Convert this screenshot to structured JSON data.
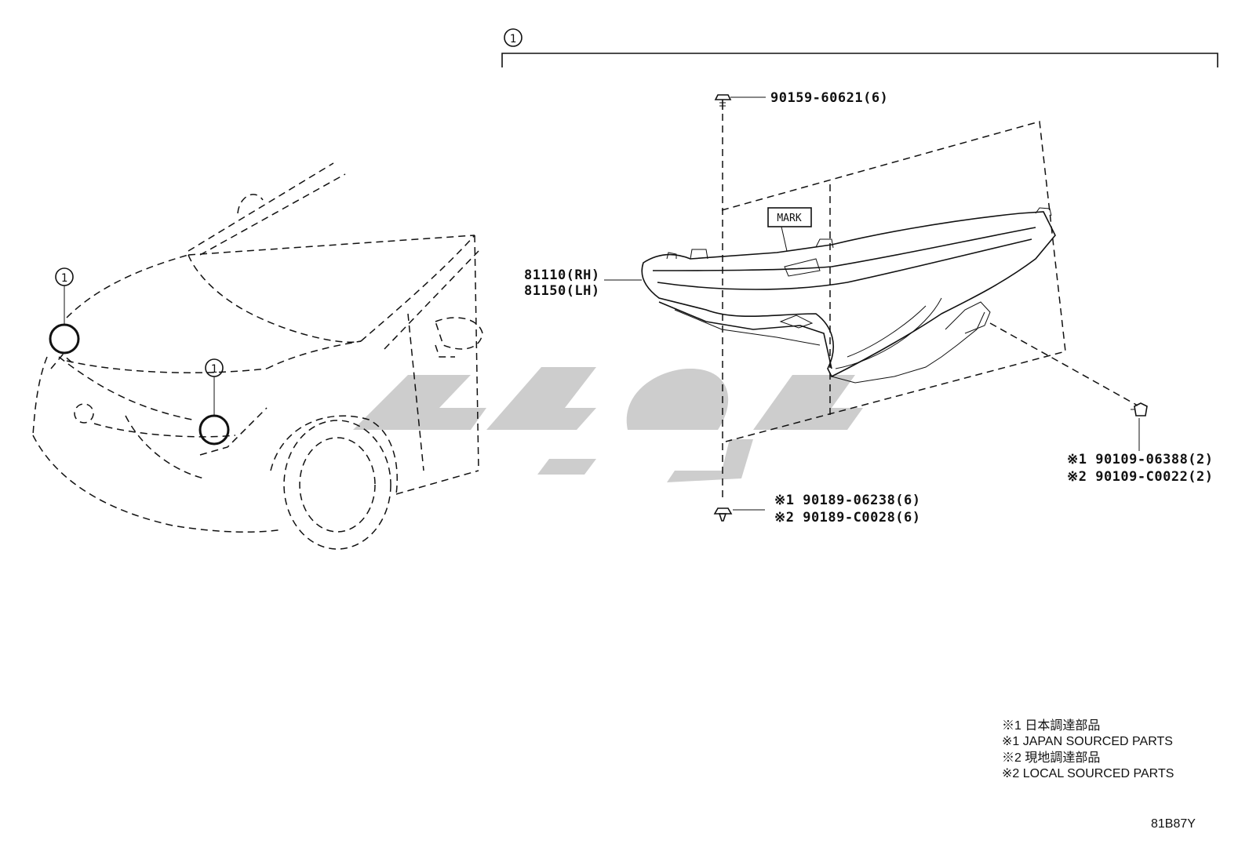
{
  "callout_number": "1",
  "parts": {
    "headlamp_rh": "81110(RH)",
    "headlamp_lh": "81150(LH)",
    "screw_top": "90159-60621(6)",
    "mark_label": "MARK",
    "bottom_bolt_1": "※1 90189-06238(6)",
    "bottom_bolt_2": "※2 90189-C0028(6)",
    "side_bolt_1": "※1 90109-06388(2)",
    "side_bolt_2": "※2 90109-C0022(2)"
  },
  "legend": [
    "※1 日本調達部品",
    "※1 JAPAN SOURCED PARTS",
    "※2 現地調達部品",
    "※2 LOCAL SOURCED PARTS"
  ],
  "diagram_code": "81B87Y",
  "colors": {
    "ink": "#111111",
    "watermark": "#c8c8c8"
  }
}
